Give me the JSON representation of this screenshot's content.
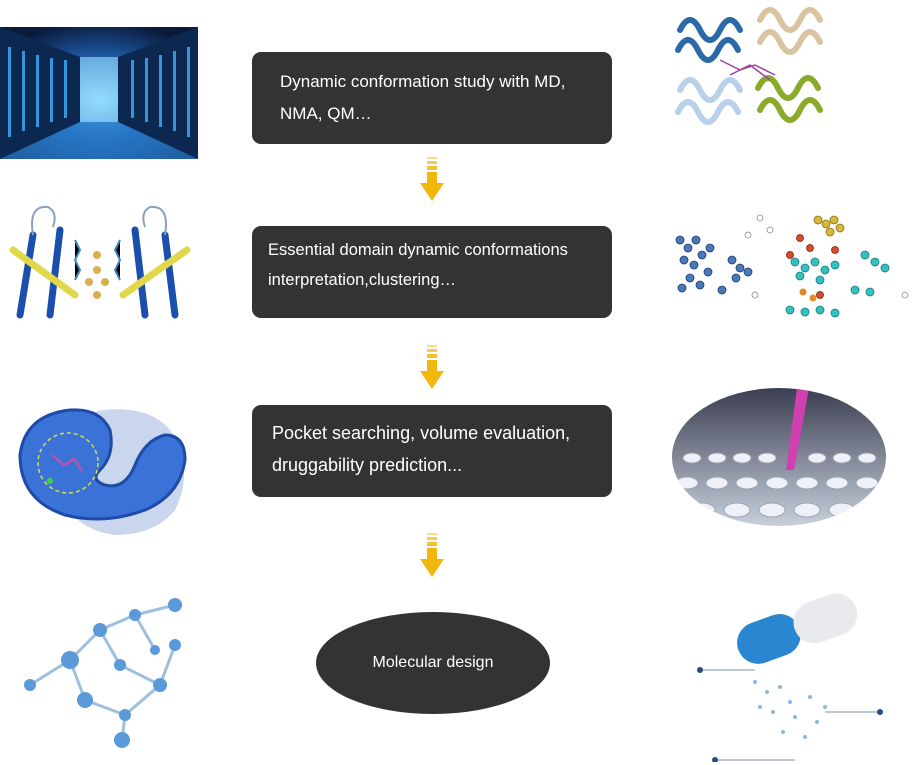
{
  "steps": [
    {
      "line1": "Dynamic conformation study with MD,",
      "line2": "NMA, QM…"
    },
    {
      "line1": "Essential domain dynamic conformations",
      "line2": "interpretation,clustering…"
    },
    {
      "line1": "Pocket searching, volume evaluation,",
      "line2": "druggability prediction..."
    }
  ],
  "final_step": "Molecular design",
  "colors": {
    "box": "#333333",
    "arrow": "#f2b70c",
    "text": "#ffffff"
  },
  "icons": [
    "server-room-image",
    "protein-structure-image",
    "ion-channel-image",
    "cluster-scatter-image",
    "protein-pocket-image",
    "microplate-image",
    "molecule-network-image",
    "capsule-image",
    "down-arrow-icon"
  ]
}
